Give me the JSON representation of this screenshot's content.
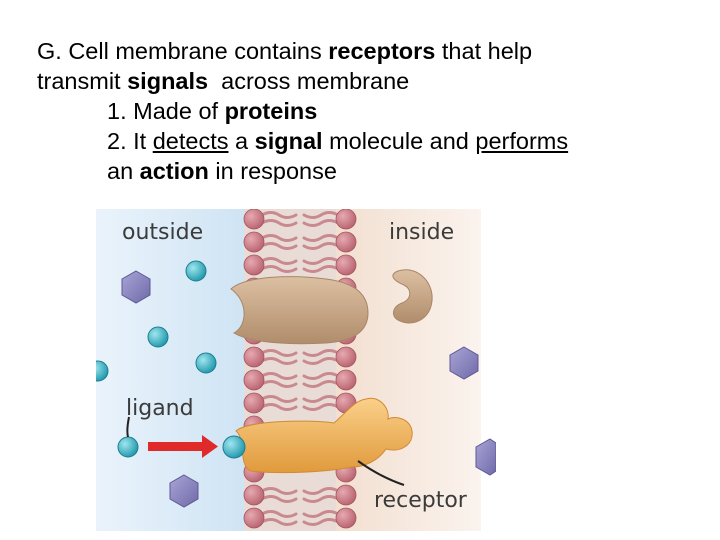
{
  "slide": {
    "heading": {
      "prefix": "G. Cell membrane contains ",
      "bold1": "receptors",
      "mid1": " that help",
      "line2_start": "transmit ",
      "bold2": "signals",
      "line2_end": "  across membrane"
    },
    "point1": {
      "prefix": "1. Made of ",
      "bold": "proteins"
    },
    "point2": {
      "prefix": "2. It ",
      "u1": "detects",
      "mid1": " a ",
      "bold1": "signal",
      "mid2": " molecule and ",
      "u2": "performs",
      "line2_start": "an ",
      "bold2": "action",
      "line2_end": " in response"
    }
  },
  "figure": {
    "label_outside": "outside",
    "label_inside": "inside",
    "label_ligand": "ligand",
    "label_receptor": "receptor",
    "colors": {
      "outside_bg": "#dcebf7",
      "inside_bg": "#f4e6dc",
      "lipid_head": "#c97a85",
      "lipid_tail": "#c98a8f",
      "protein_tan": "#c9a785",
      "receptor_orange": "#f0b05a",
      "ligand_teal": "#3bb6c8",
      "hexagon_purple": "#8b86c0",
      "arrow_red": "#e02a2a"
    }
  }
}
